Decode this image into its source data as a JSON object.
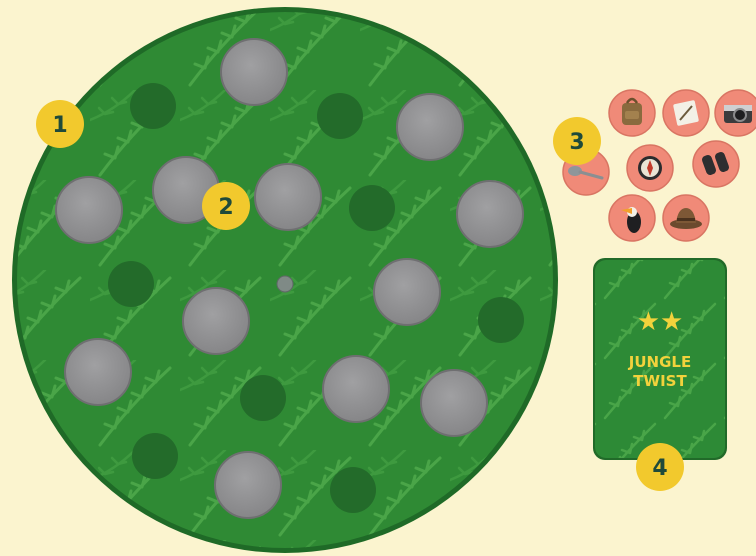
{
  "colors": {
    "background": "#fbf4cf",
    "board_green": "#2f8a34",
    "board_edge": "#1f6a27",
    "fern": "#4aa548",
    "hole": "#236b2a",
    "piece_gray": "#8d8d8f",
    "badge_yellow": "#f2c92d",
    "badge_text": "#1f4a3a",
    "token_pink": "#f08a78",
    "card_green": "#2d8a36",
    "card_text": "#f2d23c"
  },
  "badges": [
    {
      "label": "1",
      "refers_to": "board"
    },
    {
      "label": "2",
      "refers_to": "gray-pieces"
    },
    {
      "label": "3",
      "refers_to": "item-tokens"
    },
    {
      "label": "4",
      "refers_to": "challenge-card"
    }
  ],
  "tokens": [
    {
      "icon": "backpack-icon"
    },
    {
      "icon": "notepad-icon"
    },
    {
      "icon": "camera-icon"
    },
    {
      "icon": "shovel-icon"
    },
    {
      "icon": "compass-icon"
    },
    {
      "icon": "binoculars-icon"
    },
    {
      "icon": "toucan-icon"
    },
    {
      "icon": "hat-icon"
    }
  ],
  "card": {
    "stars": "★★",
    "title_line1": "JUNGLE",
    "title_line2": "TWIST"
  }
}
